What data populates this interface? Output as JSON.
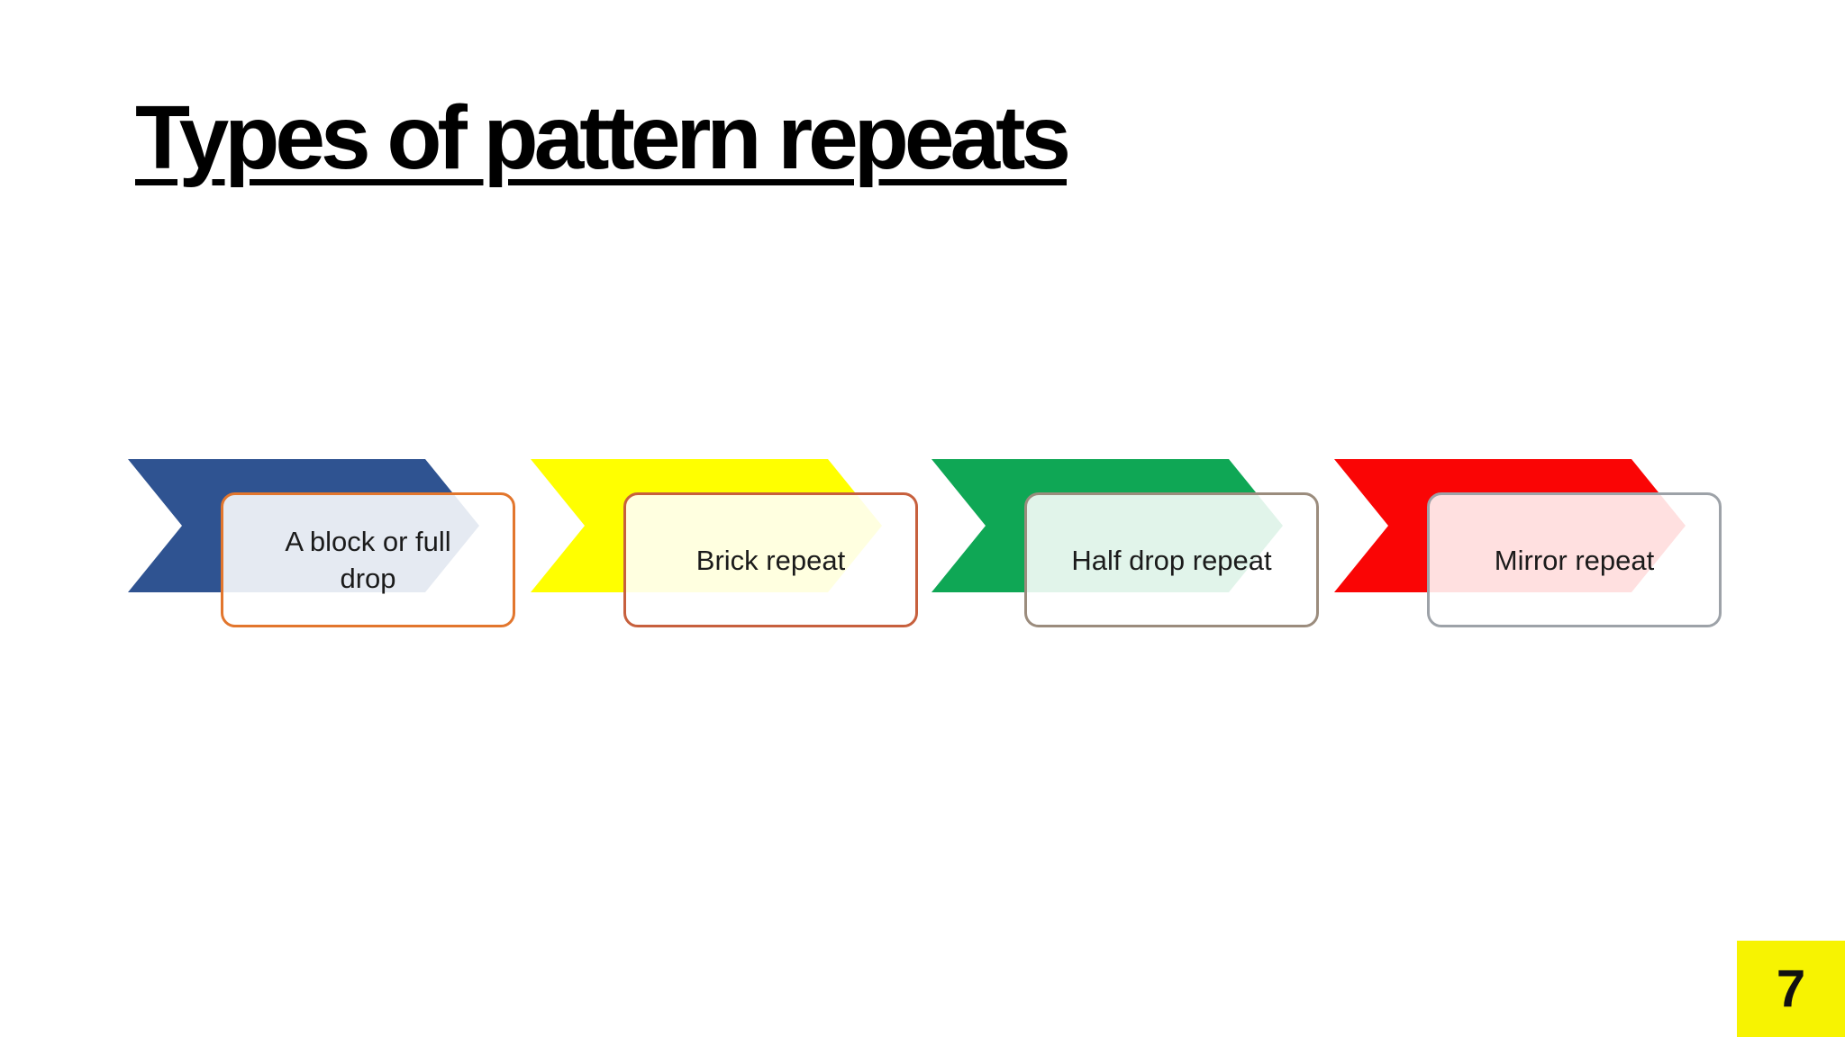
{
  "slide": {
    "title": "Types of pattern repeats",
    "background_color": "#FFFFFF"
  },
  "diagram": {
    "type": "chevron-list",
    "card_fill": "rgba(255,255,255,0.88)",
    "label_color": "#1B1B1B",
    "items": [
      {
        "label": "A block or full drop",
        "chevron_color": "#2F5391",
        "card_border_color": "#E2762D"
      },
      {
        "label": "Brick repeat",
        "chevron_color": "#FFFF00",
        "card_border_color": "#C7603D"
      },
      {
        "label": "Half drop repeat",
        "chevron_color": "#0FA755",
        "card_border_color": "#9B8C7D"
      },
      {
        "label": "Mirror repeat",
        "chevron_color": "#FA0505",
        "card_border_color": "#9DA2A8"
      }
    ]
  },
  "page_badge": {
    "number": "7",
    "background_color": "#F7F301",
    "text_color": "#111111"
  }
}
